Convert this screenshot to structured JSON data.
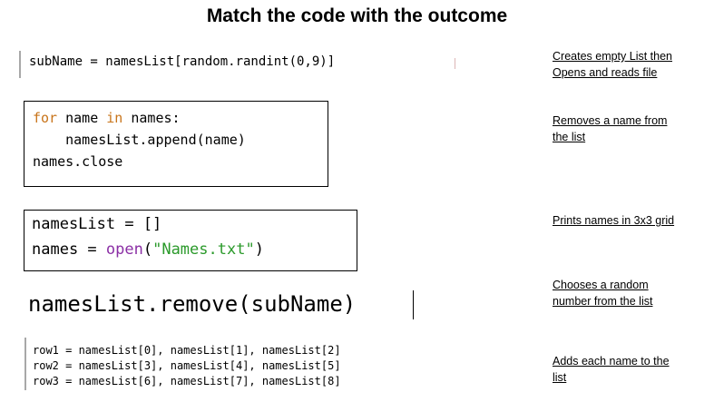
{
  "title": "Match the code with the outcome",
  "code": {
    "snippet1": {
      "line": "subName = namesList[random.randint(0,9)]"
    },
    "snippet2": {
      "fragment": "# ... ... ...",
      "line1_kw": "for",
      "line1_a": " name ",
      "line1_kw2": "in",
      "line1_b": " names:",
      "line2": "    namesList.append(name)",
      "line3": "names.close"
    },
    "snippet3": {
      "line1": "namesList = []",
      "line2_a": "names = ",
      "line2_fn": "open",
      "line2_b": "(",
      "line2_str": "\"Names.txt\"",
      "line2_c": ")"
    },
    "snippet4": {
      "line": "namesList.remove(subName)"
    },
    "snippet5": {
      "rows": [
        "row1 = namesList[0], namesList[1], namesList[2]",
        "row2 = namesList[3], namesList[4], namesList[5]",
        "row3 = namesList[6], namesList[7], namesList[8]"
      ]
    }
  },
  "outcomes": [
    {
      "line1": "Creates empty List then",
      "line2": "Opens and reads file"
    },
    {
      "line1": "Removes a name from",
      "line2": "the list"
    },
    {
      "line1": "Prints names in 3x3 grid",
      "line2": ""
    },
    {
      "line1": "Chooses a random",
      "line2": "number from the list"
    },
    {
      "line1": "Adds each name to the",
      "line2": "list"
    }
  ]
}
